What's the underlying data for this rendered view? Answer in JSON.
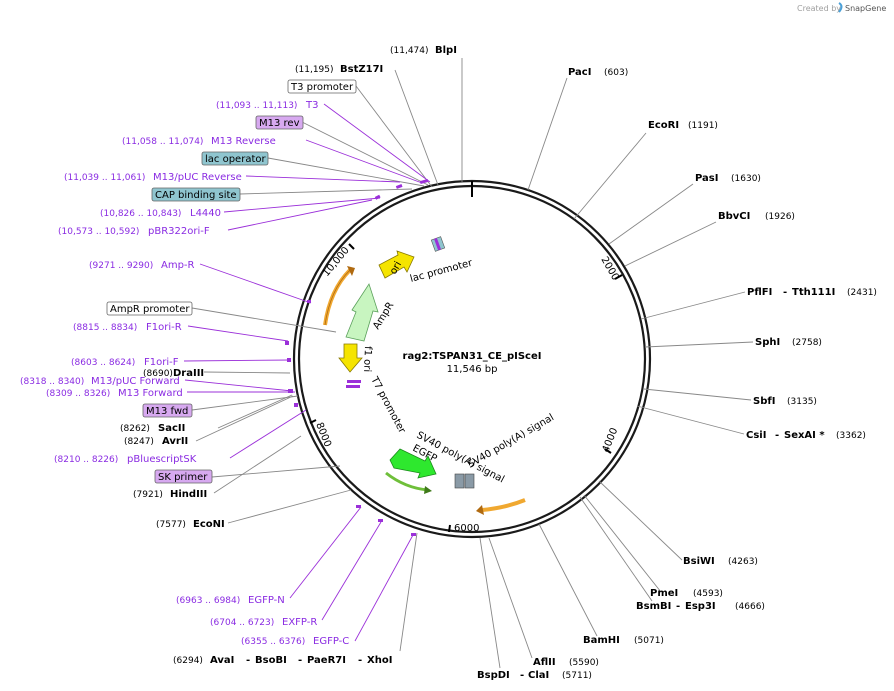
{
  "watermark": {
    "created_by": "Created by",
    "brand": "SnapGene"
  },
  "plasmid": {
    "name": "rag2:TSPAN31_CE_pISceI",
    "length": "11,546 bp"
  },
  "ticks": [
    "2000",
    "4000",
    "6000",
    "8000",
    "10,000"
  ],
  "enzymes": {
    "blpi": {
      "pos": "(11,474)",
      "name": "BlpI"
    },
    "bstz17i": {
      "pos": "(11,195)",
      "name": "BstZ17I"
    },
    "paci": {
      "name": "PacI",
      "pos": "(603)"
    },
    "ecori": {
      "name": "EcoRI",
      "pos": "(1191)"
    },
    "pasi": {
      "name": "PasI",
      "pos": "(1630)"
    },
    "bbvci": {
      "name": "BbvCI",
      "pos": "(1926)"
    },
    "pflfi": {
      "name": "PflFI",
      "sep": "-",
      "name2": "Tth111I",
      "pos": "(2431)"
    },
    "sphi": {
      "name": "SphI",
      "pos": "(2758)"
    },
    "sbfi": {
      "name": "SbfI",
      "pos": "(3135)"
    },
    "csii": {
      "name": "CsiI",
      "sep": "-",
      "name2": "SexAI *",
      "pos": "(3362)"
    },
    "bsiwi": {
      "name": "BsiWI",
      "pos": "(4263)"
    },
    "pmei": {
      "name": "PmeI",
      "pos": "(4593)"
    },
    "bsmbi": {
      "name": "BsmBI",
      "sep": "-",
      "name2": "Esp3I",
      "pos": "(4666)"
    },
    "bamhi": {
      "name": "BamHI",
      "pos": "(5071)"
    },
    "aflii": {
      "name": "AflII",
      "pos": "(5590)"
    },
    "bspdi": {
      "name": "BspDI",
      "sep": "-",
      "name2": "ClaI",
      "pos": "(5711)"
    },
    "dra3": {
      "pos": "(8690)",
      "name": "DraIII"
    },
    "sacii": {
      "pos": "(8262)",
      "name": "SacII"
    },
    "avrii": {
      "pos": "(8247)",
      "name": "AvrII"
    },
    "hindiii": {
      "pos": "(7921)",
      "name": "HindIII"
    },
    "econi": {
      "pos": "(7577)",
      "name": "EcoNI"
    },
    "avai": {
      "pos": "(6294)",
      "name": "AvaI",
      "sep1": "-",
      "name2": "BsoBI",
      "sep2": "-",
      "name3": "PaeR7I",
      "sep3": "-",
      "name4": "XhoI"
    }
  },
  "primers": {
    "t3": {
      "range": "(11,093 .. 11,113)",
      "name": "T3"
    },
    "m13rev": {
      "range": "(11,058 .. 11,074)",
      "name": "M13 Reverse"
    },
    "m13puc_rev": {
      "range": "(11,039 .. 11,061)",
      "name": "M13/pUC Reverse"
    },
    "l4440": {
      "range": "(10,826 .. 10,843)",
      "name": "L4440"
    },
    "pbr322": {
      "range": "(10,573 .. 10,592)",
      "name": "pBR322ori-F"
    },
    "ampr": {
      "range": "(9271 .. 9290)",
      "name": "Amp-R"
    },
    "f1ori_r": {
      "range": "(8815 .. 8834)",
      "name": "F1ori-R"
    },
    "f1ori_f": {
      "range": "(8603 .. 8624)",
      "name": "F1ori-F"
    },
    "m13puc_fwd": {
      "range": "(8318 .. 8340)",
      "name": "M13/pUC Forward"
    },
    "m13fwd": {
      "range": "(8309 .. 8326)",
      "name": "M13 Forward"
    },
    "pbluescript": {
      "range": "(8210 .. 8226)",
      "name": "pBluescriptSK"
    },
    "egfp_n": {
      "range": "(6963 .. 6984)",
      "name": "EGFP-N"
    },
    "exfp_r": {
      "range": "(6704 .. 6723)",
      "name": "EXFP-R"
    },
    "egfp_c": {
      "range": "(6355 .. 6376)",
      "name": "EGFP-C"
    }
  },
  "boxed": {
    "t3_promoter": "T3 promoter",
    "m13_rev": "M13 rev",
    "lac_operator": "lac operator",
    "cap_site": "CAP binding site",
    "ampr_promoter": "AmpR promoter",
    "m13_fwd": "M13 fwd",
    "sk_primer": "SK primer"
  },
  "features": {
    "ori": "ori",
    "lac_promoter": "lac promoter",
    "ampr": "AmpR",
    "f1_ori": "f1 ori",
    "t7_promoter": "T7 promoter",
    "sv40_a": "SV40 poly(A) signal",
    "sv40_b": "SV40 poly(A) signal",
    "egfp": "EGFP"
  },
  "colors": {
    "backbone": "#1a1a1a",
    "primer": "#9b30d9",
    "orange_feature": "#f0a830",
    "yellow_feature": "#f5e400",
    "light_green_feature": "#c8f5c0",
    "green_feature": "#2ee82e",
    "operator_box": "#8fc5cf",
    "primer_box": "#d7a9f0",
    "sv40_box": "#8a9aa6"
  }
}
